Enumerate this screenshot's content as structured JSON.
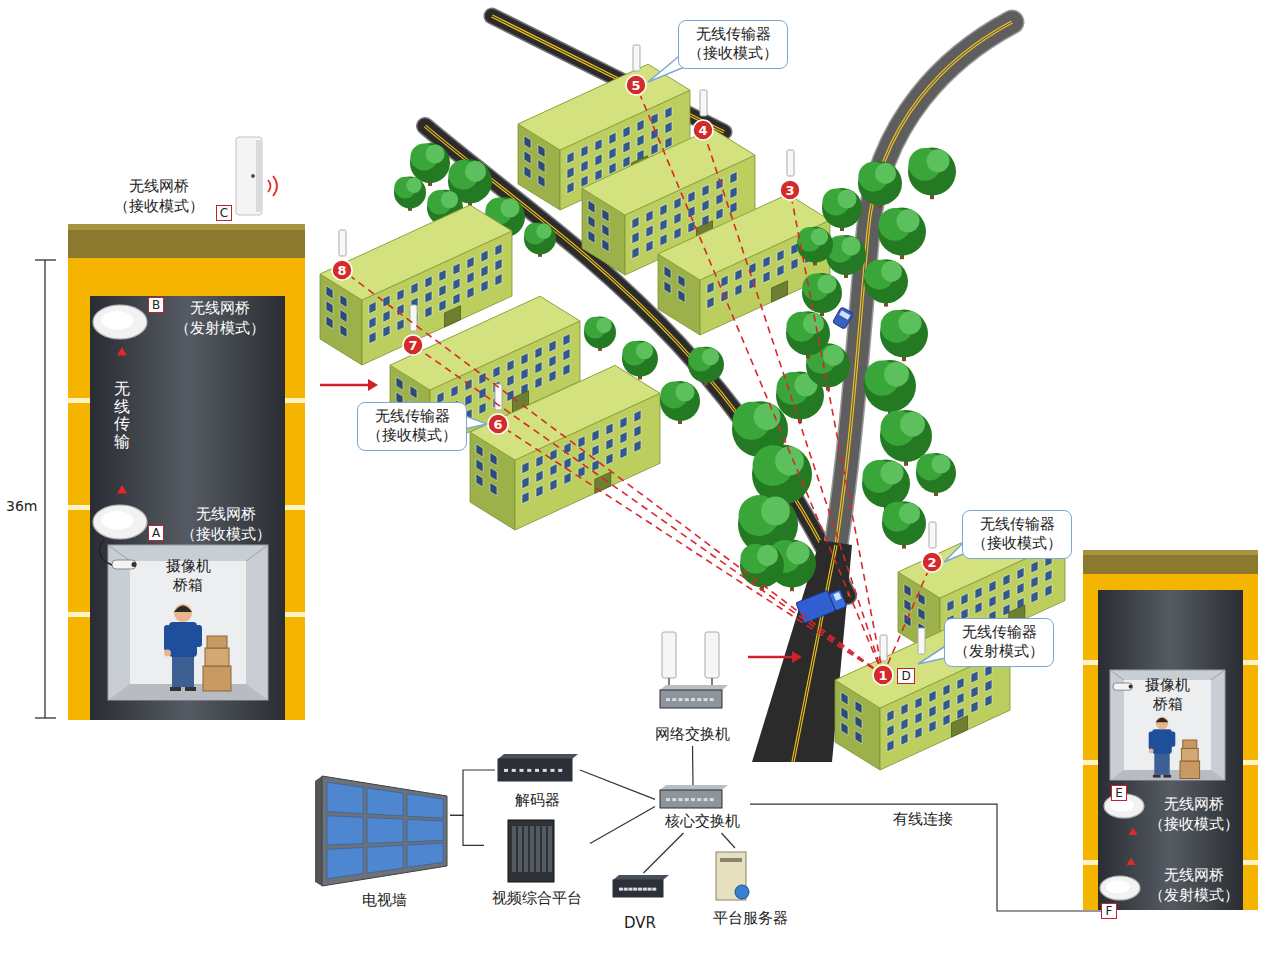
{
  "diagram": {
    "nodes": [
      {
        "text": [
          "C"
        ]
      },
      {
        "text": [
          "B"
        ]
      },
      {
        "text": [
          "A"
        ]
      },
      {
        "text": [
          "摄像机 桥箱"
        ]
      },
      {
        "text": [
          "无线传输器 （接收模式）"
        ]
      },
      {
        "text": [
          "5"
        ]
      },
      {
        "text": [
          "4"
        ]
      },
      {
        "text": [
          "3"
        ]
      },
      {
        "text": [
          "8"
        ]
      },
      {
        "text": [
          "7"
        ]
      },
      {
        "text": [
          "无线传输器 （接收模式）"
        ]
      },
      {
        "text": [
          "6"
        ]
      },
      {
        "text": [
          "无线传输器 （接收模式）"
        ]
      },
      {
        "text": [
          "2"
        ]
      },
      {
        "text": [
          "无线传输器 （发射模式）"
        ]
      },
      {
        "text": [
          "1"
        ]
      },
      {
        "text": [
          "D"
        ]
      },
      {
        "text": [
          "网络交换机"
        ]
      },
      {
        "text": [
          "摄像机 桥箱"
        ]
      },
      {
        "text": [
          "解码器"
        ]
      },
      {
        "text": [
          "E"
        ]
      },
      {
        "text": [
          "核心交换机"
        ]
      },
      {
        "text": [
          "电视墙"
        ]
      },
      {
        "text": [
          "视频综合平台"
        ]
      },
      {
        "text": [
          "F"
        ]
      },
      {
        "text": [
          "DVR"
        ]
      },
      {
        "text": [
          "平台服务器"
        ]
      }
    ],
    "edges": [
      {
        "from": 15,
        "to": 13,
        "arrow": "none"
      },
      {
        "from": 15,
        "to": 11,
        "arrow": "none"
      },
      {
        "from": 15,
        "to": 9,
        "arrow": "none"
      },
      {
        "from": 15,
        "to": 8,
        "arrow": "none"
      },
      {
        "from": 15,
        "to": 5,
        "arrow": "none"
      },
      {
        "from": 15,
        "to": 6,
        "arrow": "none"
      },
      {
        "from": 15,
        "to": 7,
        "arrow": "none"
      },
      {
        "from": 17,
        "to": 21,
        "arrow": "none"
      },
      {
        "from": 19,
        "to": 21,
        "arrow": "none"
      },
      {
        "from": 23,
        "to": 21,
        "arrow": "none"
      },
      {
        "from": 25,
        "to": 21,
        "arrow": "none"
      },
      {
        "from": 26,
        "to": 21,
        "arrow": "none"
      },
      {
        "from": 22,
        "to": 19,
        "arrow": "none"
      },
      {
        "from": 22,
        "to": 23,
        "arrow": "none"
      },
      {
        "from": 21,
        "to": 24,
        "label": "有线连接",
        "arrow": "none"
      }
    ],
    "labels": [
      "无线网桥 （接收模式）",
      "无线网桥 （发射模式）",
      "无线传输",
      "36m",
      "无线网桥 （接收模式）",
      "无线网桥 （接收模式）",
      "无线网桥 （发射模式）"
    ]
  }
}
